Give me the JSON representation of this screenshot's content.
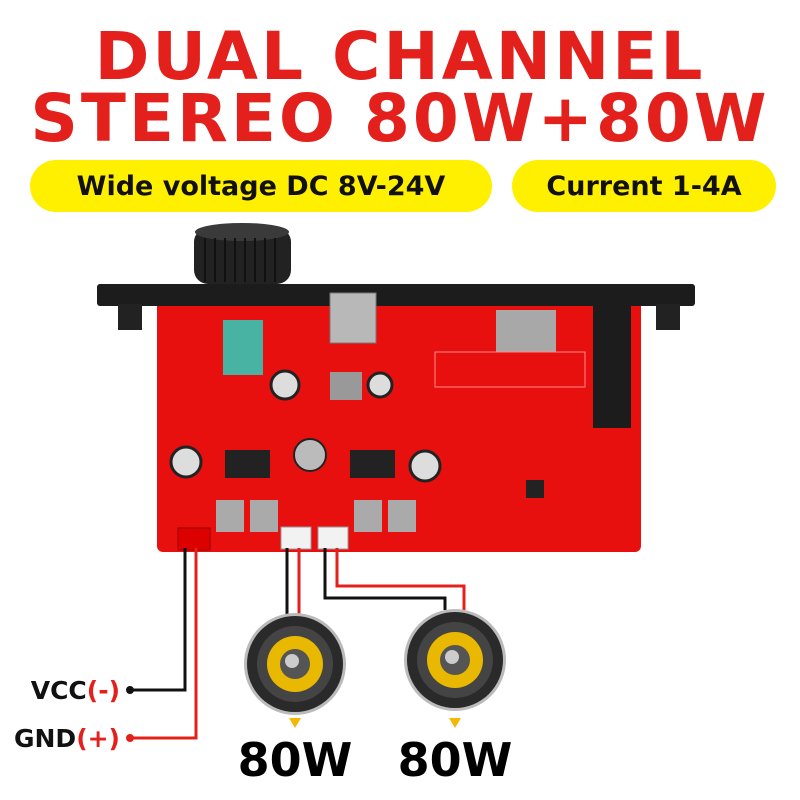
{
  "headline": {
    "line1": "DUAL CHANNEL",
    "line2": "STEREO 80W+80W"
  },
  "badges": [
    {
      "label": "Wide voltage DC 8V-24V"
    },
    {
      "label": "Current 1-4A"
    }
  ],
  "power_labels": [
    {
      "name": "VCC",
      "polarity": "(-)"
    },
    {
      "name": "GND",
      "polarity": "(+)"
    }
  ],
  "speakers": [
    {
      "power": "80W"
    },
    {
      "power": "80W"
    }
  ],
  "colors": {
    "accent_red": "#e3201b",
    "badge_yellow": "#fff000",
    "pcb_red": "#e8100f",
    "speaker_yellow": "#e9b800"
  }
}
